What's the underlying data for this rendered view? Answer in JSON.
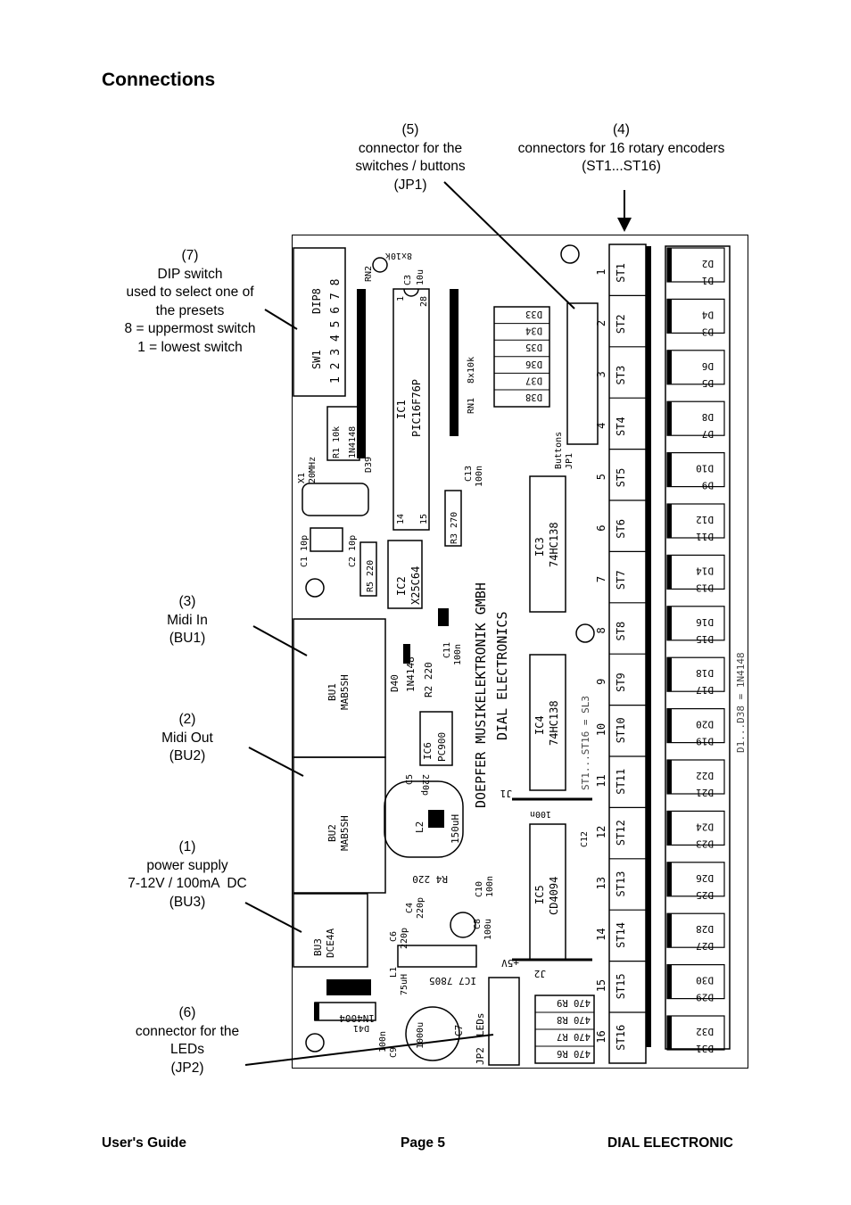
{
  "page": {
    "heading": "Connections"
  },
  "callouts": [
    {
      "id": "c5",
      "lines": [
        "(5)",
        "connector for the",
        "switches / buttons",
        "(JP1)"
      ]
    },
    {
      "id": "c4",
      "lines": [
        "(4)",
        "connectors for 16 rotary encoders",
        "(ST1...ST16)"
      ]
    },
    {
      "id": "c7",
      "lines": [
        "(7)",
        "DIP switch",
        "used to select one of",
        "the presets",
        "8 = uppermost switch",
        "1 = lowest switch"
      ]
    },
    {
      "id": "c3",
      "lines": [
        "(3)",
        "Midi In",
        "(BU1)"
      ]
    },
    {
      "id": "c2",
      "lines": [
        "(2)",
        "Midi Out",
        "(BU2)"
      ]
    },
    {
      "id": "c1",
      "lines": [
        "(1)",
        "power supply",
        "7-12V / 100mA  DC",
        "(BU3)"
      ]
    },
    {
      "id": "c6",
      "lines": [
        "(6)",
        "connector for the",
        "LEDs",
        "(JP2)"
      ]
    }
  ],
  "board": {
    "encoders": [
      "ST1",
      "ST2",
      "ST3",
      "ST4",
      "ST5",
      "ST6",
      "ST7",
      "ST8",
      "ST9",
      "ST10",
      "ST11",
      "ST12",
      "ST13",
      "ST14",
      "ST15",
      "ST16"
    ],
    "encoder_numbers": [
      "1",
      "2",
      "3",
      "4",
      "5",
      "6",
      "7",
      "8",
      "9",
      "10",
      "11",
      "12",
      "13",
      "14",
      "15",
      "16"
    ],
    "diode_pairs": [
      [
        "D2",
        "D1"
      ],
      [
        "D4",
        "D3"
      ],
      [
        "D6",
        "D5"
      ],
      [
        "D8",
        "D7"
      ],
      [
        "D10",
        "D9"
      ],
      [
        "D12",
        "D11"
      ],
      [
        "D14",
        "D13"
      ],
      [
        "D16",
        "D15"
      ],
      [
        "D18",
        "D17"
      ],
      [
        "D20",
        "D19"
      ],
      [
        "D22",
        "D21"
      ],
      [
        "D24",
        "D23"
      ],
      [
        "D26",
        "D25"
      ],
      [
        "D28",
        "D27"
      ],
      [
        "D30",
        "D29"
      ],
      [
        "D32",
        "D31"
      ]
    ],
    "button_diodes": [
      "D33",
      "D34",
      "D35",
      "D36",
      "D37",
      "D38"
    ],
    "resistors_r6_r9": [
      "470 R9",
      "470 R8",
      "470 R7",
      "470 R6"
    ],
    "diode_note": "D1...D38 = 1N4148",
    "st_note": "ST1...ST16 = SL3",
    "maker_line1": "DOEPFER MUSIKELEKTRONIK GMBH",
    "maker_line2": "DIAL ELECTRONICS",
    "labels": {
      "dip": "DIP8",
      "sw1": "SW1",
      "dip_numbers": "1 2 3 4 5 6 7 8",
      "rn2": "RN2",
      "rn2_val": "8x10k",
      "c3": "C3",
      "c3_val": "10u",
      "ic1": "IC1",
      "ic1_type": "PIC16F76P",
      "ic1_p1": "1",
      "ic1_p28": "28",
      "ic1_p14": "14",
      "ic1_p15": "15",
      "rn1": "RN1",
      "rn1_val": "8x10k",
      "r1": "R1 10k",
      "d39_type": "1N4148",
      "d39": "D39",
      "x1": "X1",
      "x1_val": "20MHz",
      "c1": "C1 10p",
      "c2": "C2 10p",
      "r5": "R5 220",
      "c13": "C13",
      "c13_val": "100n",
      "r3": "R3 270",
      "ic2": "IC2",
      "ic2_type": "X25C64",
      "ic3": "IC3",
      "ic3_type": "74HC138",
      "ic4": "IC4",
      "ic4_type": "74HC138",
      "ic5": "IC5",
      "ic5_type": "CD4094",
      "ic6": "IC6",
      "ic6_type": "PC900",
      "ic7": "IC7 7805",
      "buttons": "Buttons",
      "jp1": "JP1",
      "bu1": "BU1",
      "bu1_type": "MAB5SH",
      "bu2": "BU2",
      "bu2_type": "MAB5SH",
      "bu3": "BU3",
      "bu3_type": "DCE4A",
      "d40": "D40",
      "d40_type": "1N4148",
      "r2": "R2 220",
      "c11": "C11",
      "c11_val": "100n",
      "c5": "C5",
      "c5_val": "220p",
      "l2": "L2",
      "l2_val": "150uH",
      "r4": "R4 220",
      "c10": "C10",
      "c10_val": "100n",
      "c4": "C4",
      "c4_val": "220p",
      "c6": "C6",
      "c6_val": "220p",
      "c8": "C8",
      "c8_val": "100u",
      "l1": "L1",
      "l1_val": "75uH",
      "d41": "D41",
      "d41_type": "1N4004",
      "c9": "C9",
      "c9_val": "100n",
      "c7": "C7",
      "c7_val": "1000u",
      "jp2": "JP2",
      "leds": "LEDs",
      "j1": "J1",
      "j2": "J2",
      "c12": "C12",
      "c12_val": "100n",
      "plus5v": "+5V"
    }
  },
  "footer": {
    "left": "User's Guide",
    "center": "Page 5",
    "right": "DIAL ELECTRONIC"
  }
}
